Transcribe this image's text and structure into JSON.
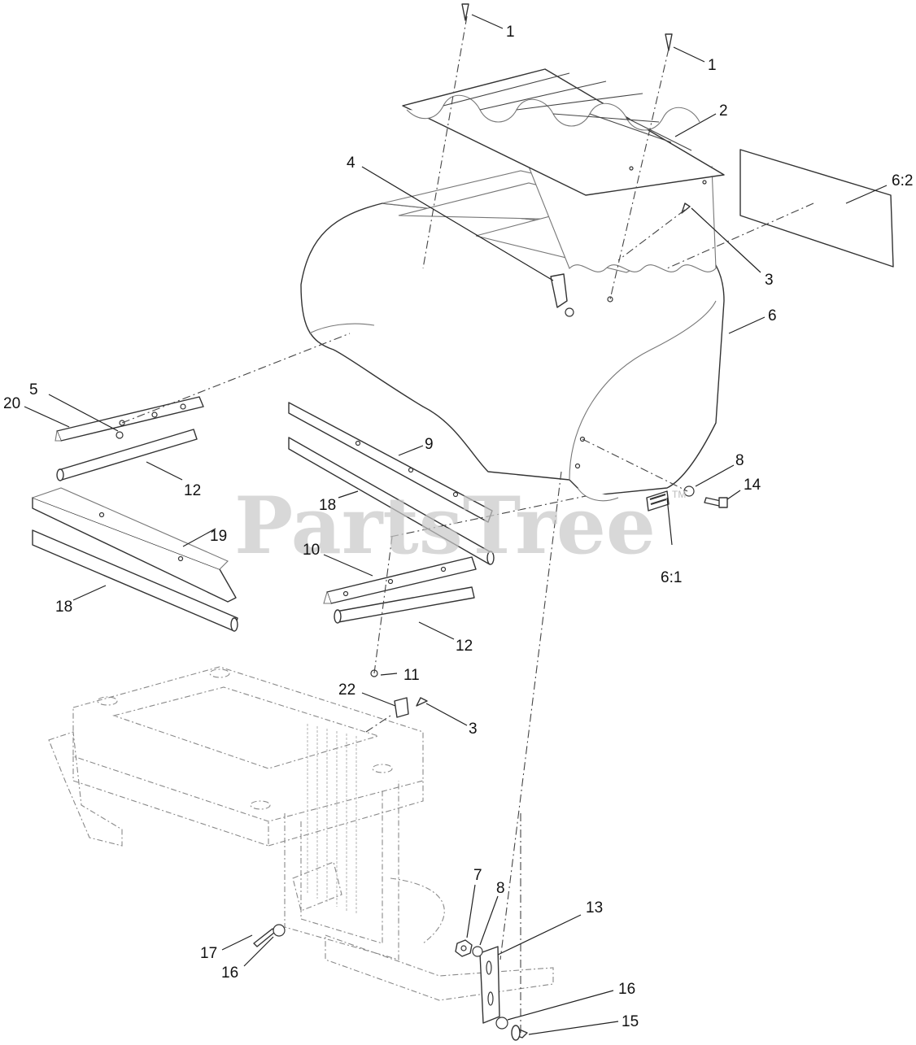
{
  "watermark": {
    "text": "PartsTree",
    "tm": "TM"
  },
  "callouts": {
    "c1a": "1",
    "c1b": "1",
    "c2": "2",
    "c3a": "3",
    "c3b": "3",
    "c4": "4",
    "c5": "5",
    "c6": "6",
    "c61": "6:1",
    "c62": "6:2",
    "c7": "7",
    "c8a": "8",
    "c8b": "8",
    "c9": "9",
    "c10": "10",
    "c11": "11",
    "c12a": "12",
    "c12b": "12",
    "c13": "13",
    "c14": "14",
    "c15": "15",
    "c16a": "16",
    "c16b": "16",
    "c17": "17",
    "c18a": "18",
    "c18b": "18",
    "c19": "19",
    "c20": "20",
    "c22": "22"
  },
  "colors": {
    "line": "#333333",
    "ghost": "#8a8a8a",
    "watermark": "#c8c8c8"
  }
}
